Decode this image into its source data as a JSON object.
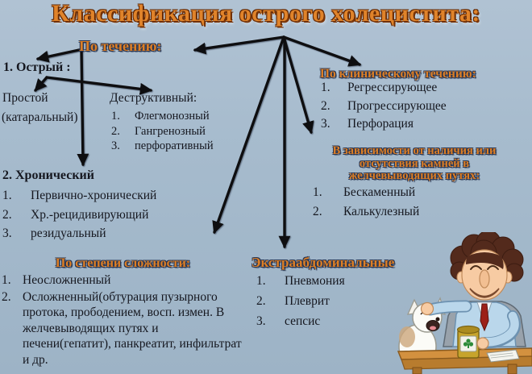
{
  "title": "Классификация острого холецистита:",
  "palette": {
    "background": "#a6bbcd",
    "accent_orange": "#dd7f26",
    "text_dark": "#15171f",
    "arrow_black": "#0e0e10"
  },
  "flow": {
    "techenie": {
      "header": "По течению:"
    },
    "ostryj": {
      "label": "1. Острый :"
    },
    "prostoj": {
      "title": "Простой",
      "subtitle": "(катаральный)"
    },
    "destruktivnyj": {
      "header": "Деструктивный:",
      "items": [
        {
          "num": "1.",
          "text": "Флегмонозный"
        },
        {
          "num": "2.",
          "text": "Гангренозный"
        },
        {
          "num": "3.",
          "text": "перфоративный"
        }
      ]
    },
    "khronicheskij": {
      "header": "2. Хронический",
      "items": [
        {
          "num": "1.",
          "text": "Первично-хронический"
        },
        {
          "num": "2.",
          "text": "Хр.-рецидивирующий"
        },
        {
          "num": "3.",
          "text": "резидуальный"
        }
      ]
    },
    "slozhnost": {
      "header": "По степени сложности:",
      "items": [
        {
          "num": "1.",
          "text": "Неосложненный"
        },
        {
          "num": "2.",
          "text": "Осложненный(обтурация пузырного протока, прободением, восп. измен. В желчевыводящих путях и печени(гепатит), панкреатит, инфильтрат и др."
        }
      ]
    },
    "ekstra": {
      "header": "Экстраабдоминальные",
      "items": [
        {
          "num": "1.",
          "text": "Пневмония"
        },
        {
          "num": "2.",
          "text": "Плеврит"
        },
        {
          "num": "3.",
          "text": "сепсис"
        }
      ]
    },
    "klinicheskoe": {
      "header": "По клиническому течению:",
      "items": [
        {
          "num": "1.",
          "text": "Регрессирующее"
        },
        {
          "num": "2.",
          "text": "Прогрессирующее"
        },
        {
          "num": "3.",
          "text": "Перфорация"
        }
      ]
    },
    "kamni": {
      "header_lines": [
        "В зависимости от наличия или",
        "отсутствия камней в",
        "желчевыводящих путях:"
      ],
      "items": [
        {
          "num": "1.",
          "text": "Бескаменный"
        },
        {
          "num": "2.",
          "text": "Калькулезный"
        }
      ]
    }
  },
  "illustration": {
    "name": "doctor-with-dog-and-medicine-jar"
  }
}
